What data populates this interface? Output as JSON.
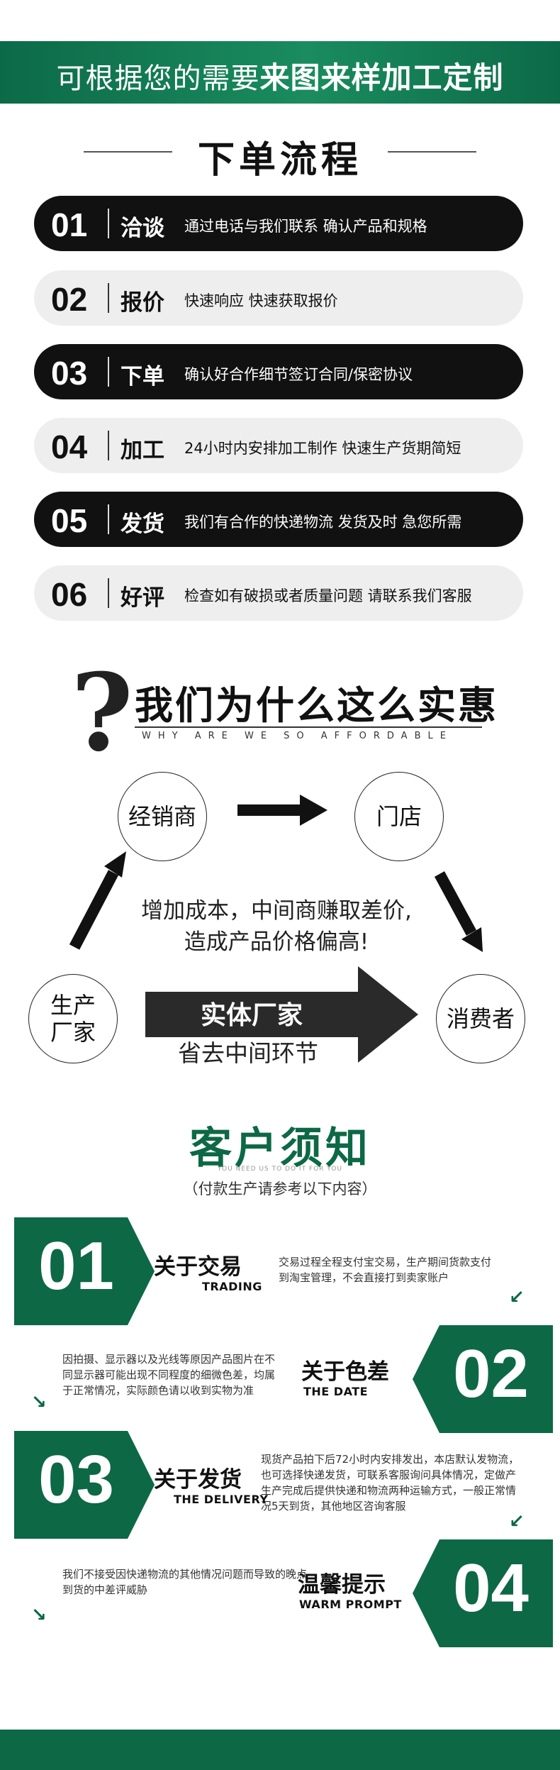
{
  "banner": {
    "prefix": "可根据您的需要",
    "highlight": "来图来样加工定制"
  },
  "process": {
    "title": "下单流程",
    "steps": [
      {
        "num": "01",
        "name": "洽谈",
        "desc": "通过电话与我们联系 确认产品和规格"
      },
      {
        "num": "02",
        "name": "报价",
        "desc": "快速响应 快速获取报价"
      },
      {
        "num": "03",
        "name": "下单",
        "desc": "确认好合作细节签订合同/保密协议"
      },
      {
        "num": "04",
        "name": "加工",
        "desc": "24小时内安排加工制作 快速生产货期简短"
      },
      {
        "num": "05",
        "name": "发货",
        "desc": "我们有合作的快递物流 发货及时 急您所需"
      },
      {
        "num": "06",
        "name": "好评",
        "desc": "检查如有破损或者质量问题 请联系我们客服"
      }
    ]
  },
  "why": {
    "mark": "?",
    "title": "我们为什么这么实惠",
    "subtitle": "WHY ARE WE SO AFFORDABLE",
    "dealer": "经销商",
    "store": "门店",
    "producer_line1": "生产",
    "producer_line2": "厂家",
    "consumer": "消费者",
    "middle_line1": "增加成本，中间商赚取差价,",
    "middle_line2": "造成产品价格偏高!",
    "factory": "实体厂家",
    "saving": "省去中间环节"
  },
  "notice": {
    "title": "客户须知",
    "en": "YOU NEED US TO DO IT FOR YOU",
    "subtitle": "（付款生产请参考以下内容）",
    "items": [
      {
        "num": "01",
        "title": "关于交易",
        "en": "TRADING",
        "text": "交易过程全程支付宝交易，生产期间货款支付到淘宝管理，不会直接打到卖家账户"
      },
      {
        "num": "02",
        "title": "关于色差",
        "en": "THE DATE",
        "text": "因拍摄、显示器以及光线等原因产品图片在不同显示器可能出现不同程度的细微色差，均属于正常情况，实际颜色请以收到实物为准"
      },
      {
        "num": "03",
        "title": "关于发货",
        "en": "THE DELIVERY",
        "text": "现货产品拍下后72小时内安排发出，本店默认发物流，也可选择快递发货，可联系客服询问具体情况，定做产生产完成后提供快递和物流两种运输方式，一般正常情况5天到货，其他地区咨询客服"
      },
      {
        "num": "04",
        "title": "温馨提示",
        "en": "WARM PROMPT",
        "text": "我们不接受因快递物流的其他情况问题而导致的晚点到货的中差评威胁"
      }
    ]
  },
  "colors": {
    "brand_green": "#0d6846",
    "dark": "#111111",
    "light_step": "#eeeeee"
  }
}
